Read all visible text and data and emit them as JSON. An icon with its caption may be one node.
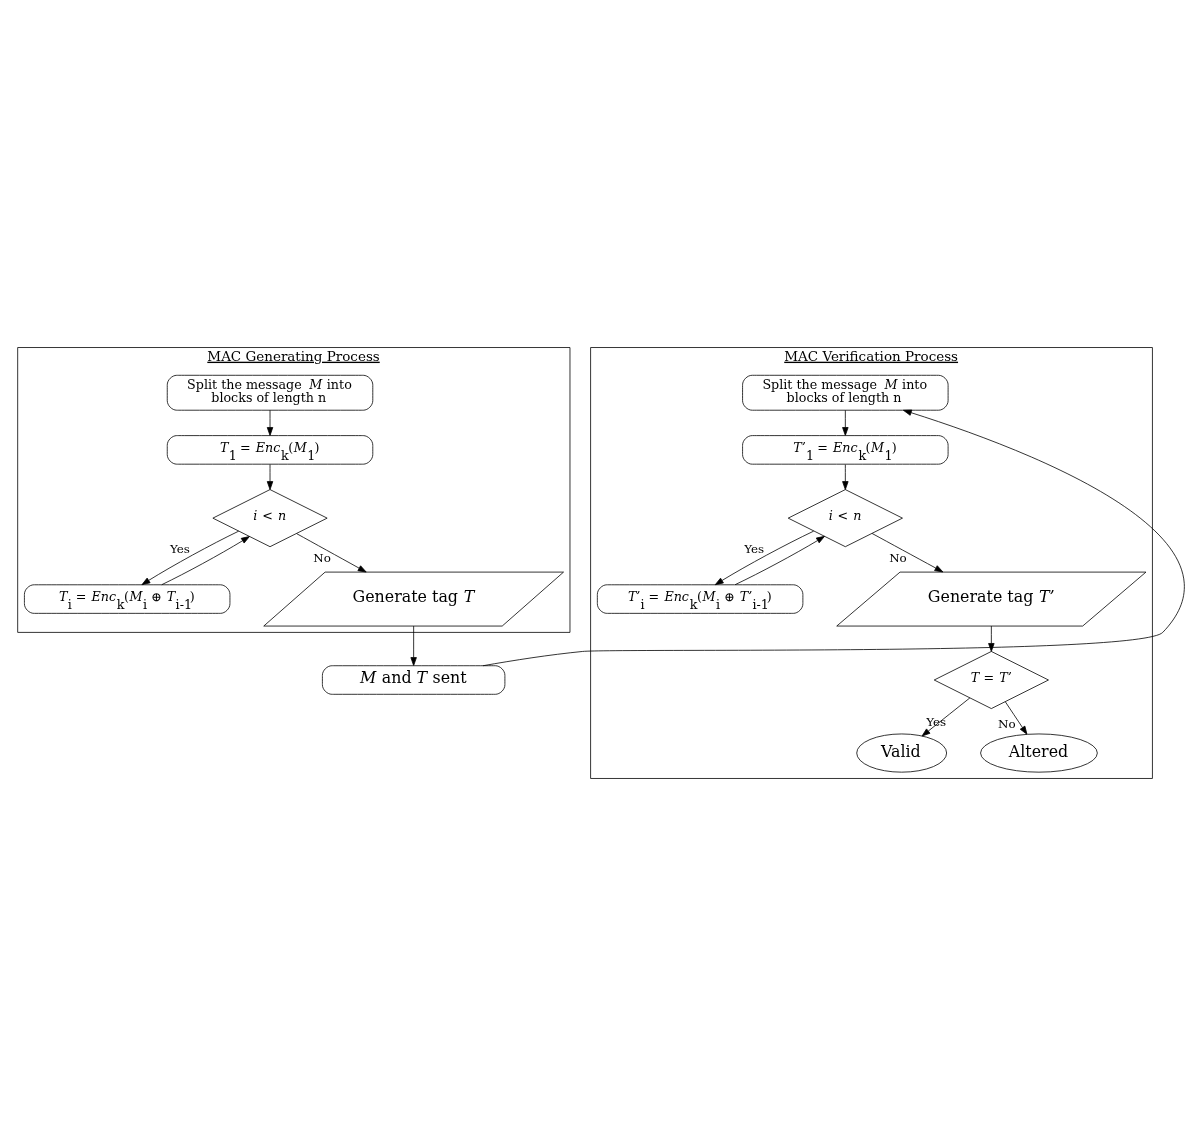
{
  "diagram": {
    "nodes": [
      {
        "text": [
          "MAC Generating Process"
        ]
      },
      {
        "text": [
          "Split the message *M* into blocks of length n"
        ],
        "in": 0
      },
      {
        "text": [
          "*T*$_{1}$ = *Enc*$_{k}$(*M*$_{1}$)"
        ],
        "in": 0
      },
      {
        "text": [
          "*i* < *n*"
        ],
        "in": 0
      },
      {
        "text": [
          "*T*$_{i}$ = *Enc*$_{k}$(*M*$_{i}$ ⊕ *T*$_{i-1}$)"
        ],
        "in": 0
      },
      {
        "text": [
          "Generate tag *T*"
        ],
        "in": 0
      },
      {
        "text": [
          "*M* and *T* sent"
        ]
      },
      {
        "text": [
          "MAC Verification Process"
        ]
      },
      {
        "text": [
          "Split the message *M* into blocks of length n"
        ],
        "in": 7
      },
      {
        "text": [
          "*T’*$_{1}$ = *Enc*$_{k}$(*M*$_{1}$)"
        ],
        "in": 7
      },
      {
        "text": [
          "*i* < *n*"
        ],
        "in": 7
      },
      {
        "text": [
          "*T’*$_{i}$ = *Enc*$_{k}$(*M*$_{i}$ ⊕ *T’*$_{i-1}$)"
        ],
        "in": 7
      },
      {
        "text": [
          "Generate tag *T’*"
        ],
        "in": 7
      },
      {
        "text": [
          "*T* = *T’*"
        ],
        "in": 7
      },
      {
        "text": [
          "Valid"
        ],
        "in": 7
      },
      {
        "text": [
          "Altered"
        ],
        "in": 7
      }
    ],
    "edges": [
      {
        "from": 1,
        "to": 2,
        "arrow": "to"
      },
      {
        "from": 2,
        "to": 3,
        "arrow": "to"
      },
      {
        "from": 3,
        "to": 4,
        "arrow": "to",
        "label": "Yes"
      },
      {
        "from": 4,
        "to": 3,
        "arrow": "to"
      },
      {
        "from": 3,
        "to": 5,
        "arrow": "to",
        "label": "No"
      },
      {
        "from": 5,
        "to": 6,
        "arrow": "to"
      },
      {
        "from": 6,
        "to": 8,
        "arrow": "to"
      },
      {
        "from": 8,
        "to": 9,
        "arrow": "to"
      },
      {
        "from": 9,
        "to": 10,
        "arrow": "to"
      },
      {
        "from": 10,
        "to": 11,
        "arrow": "to",
        "label": "Yes"
      },
      {
        "from": 11,
        "to": 10,
        "arrow": "to"
      },
      {
        "from": 10,
        "to": 12,
        "arrow": "to",
        "label": "No"
      },
      {
        "from": 12,
        "to": 13,
        "arrow": "to"
      },
      {
        "from": 13,
        "to": 14,
        "arrow": "to",
        "label": "Yes"
      },
      {
        "from": 13,
        "to": 15,
        "arrow": "to",
        "label": "No"
      }
    ]
  }
}
